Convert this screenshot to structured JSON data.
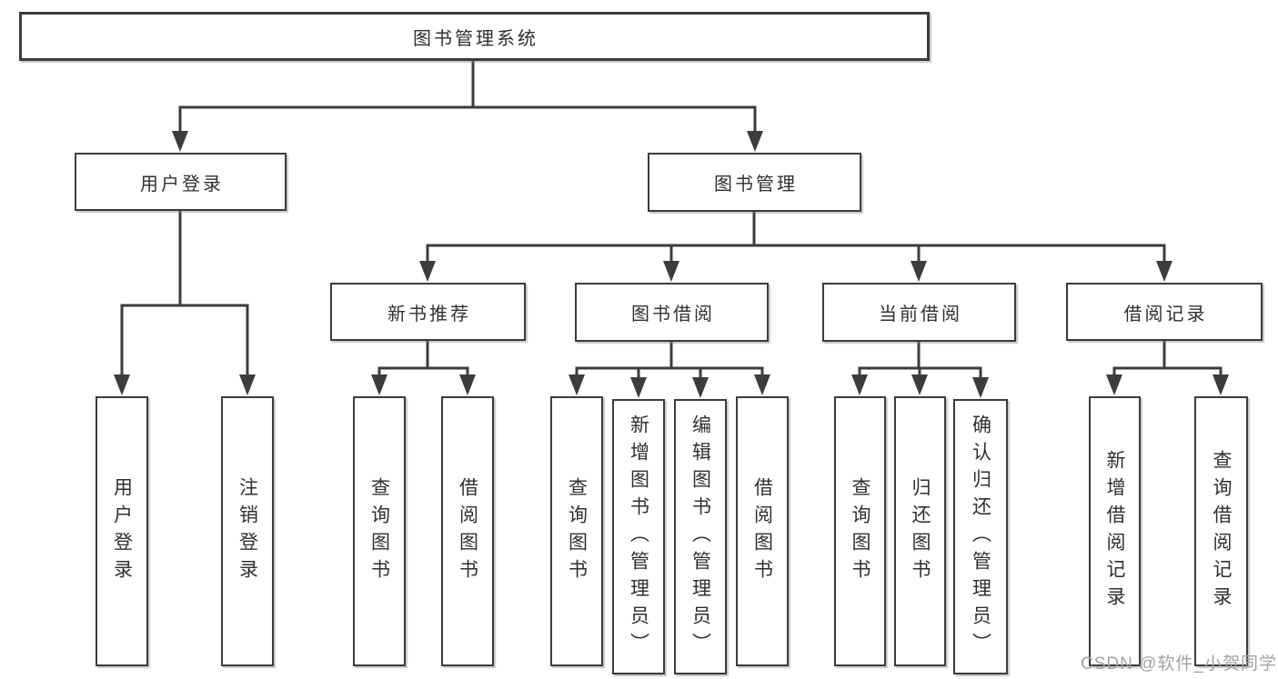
{
  "nodes": {
    "root": {
      "label": "图书管理系统"
    },
    "user_login": {
      "label": "用户登录"
    },
    "book_mgmt": {
      "label": "图书管理"
    },
    "new_book_rec": {
      "label": "新书推荐"
    },
    "book_borrow": {
      "label": "图书借阅"
    },
    "current_borrow": {
      "label": "当前借阅"
    },
    "borrow_record": {
      "label": "借阅记录"
    },
    "leaf_user_login": {
      "label": "用户登录"
    },
    "leaf_logout": {
      "label": "注销登录"
    },
    "leaf_nb_query": {
      "label": "查询图书"
    },
    "leaf_nb_borrow": {
      "label": "借阅图书"
    },
    "leaf_bb_query": {
      "label": "查询图书"
    },
    "leaf_bb_add": {
      "label": "新增图书（管理员）"
    },
    "leaf_bb_edit": {
      "label": "编辑图书（管理员）"
    },
    "leaf_bb_borrow": {
      "label": "借阅图书"
    },
    "leaf_cb_query": {
      "label": "查询图书"
    },
    "leaf_cb_return": {
      "label": "归还图书"
    },
    "leaf_cb_confirm": {
      "label": "确认归还（管理员）"
    },
    "leaf_br_add": {
      "label": "新增借阅记录"
    },
    "leaf_br_query": {
      "label": "查询借阅记录"
    }
  },
  "hierarchy": {
    "图书管理系统": [
      "用户登录",
      "图书管理"
    ],
    "用户登录": [
      "用户登录",
      "注销登录"
    ],
    "图书管理": [
      "新书推荐",
      "图书借阅",
      "当前借阅",
      "借阅记录"
    ],
    "新书推荐": [
      "查询图书",
      "借阅图书"
    ],
    "图书借阅": [
      "查询图书",
      "新增图书（管理员）",
      "编辑图书（管理员）",
      "借阅图书"
    ],
    "当前借阅": [
      "查询图书",
      "归还图书",
      "确认归还（管理员）"
    ],
    "借阅记录": [
      "新增借阅记录",
      "查询借阅记录"
    ]
  },
  "watermark": {
    "text": "CSDN @软件_小贺同学"
  },
  "colors": {
    "line": "#3c3c3c",
    "box_border": "#3c3c3c",
    "box_fill": "#ffffff",
    "text": "#303030",
    "watermark": "#a3a3a3",
    "background": "#ffffff"
  }
}
